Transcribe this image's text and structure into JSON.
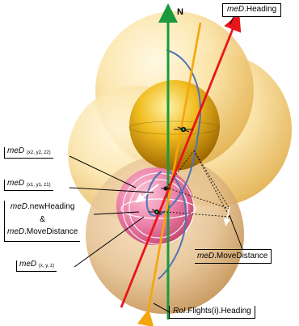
{
  "north": "N",
  "labels": {
    "heading": {
      "var": "meD",
      "prop": ".Heading"
    },
    "p2": {
      "var": "meD",
      "sub": "(x2, y2, z2)"
    },
    "p1": {
      "var": "meD",
      "sub": "(x1, y1, z1)"
    },
    "new": {
      "var1": "meD",
      "prop1": ".newHeading",
      "amp": "&",
      "var2": "meD",
      "prop2": ".MoveDistance"
    },
    "p0": {
      "var": "meD",
      "sub": "(x, y, z)"
    },
    "move": {
      "var": "meD",
      "prop": ".MoveDistance"
    },
    "roi": {
      "var": "RoI",
      "prop": ".Flights(i).Heading"
    }
  },
  "colors": {
    "north_axis": "#1a9a3c",
    "heading_line": "#e8151b",
    "roi_heading_line": "#f5a60a",
    "orbit_curve": "#4f72b8",
    "large_sphere": "#f2cf72",
    "inner_sphere": "#d79a10",
    "lower_sphere": "#d9b082",
    "pink_sphere": "#e23c78"
  }
}
